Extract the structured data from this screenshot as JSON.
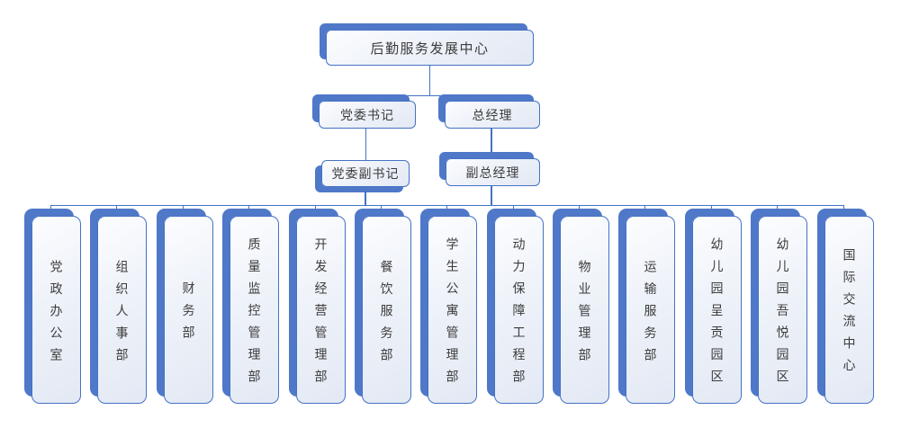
{
  "org": {
    "root": {
      "label": "后勤服务发展中心"
    },
    "level2": [
      {
        "label": "党委书记"
      },
      {
        "label": "总经理"
      }
    ],
    "level3": [
      {
        "label": "党委副书记"
      },
      {
        "label": "副总经理"
      }
    ],
    "departments": [
      {
        "label": "党政办公室"
      },
      {
        "label": "组织人事部"
      },
      {
        "label": "财务部"
      },
      {
        "label": "质量监控管理部"
      },
      {
        "label": "开发经营管理部"
      },
      {
        "label": "餐饮服务部"
      },
      {
        "label": "学生公寓管理部"
      },
      {
        "label": "动力保障工程部"
      },
      {
        "label": "物业管理部"
      },
      {
        "label": "运输服务部"
      },
      {
        "label": "幼儿园呈贡园区"
      },
      {
        "label": "幼儿园吾悦园区"
      },
      {
        "label": "国际交流中心"
      }
    ]
  },
  "colors": {
    "accent_border_and_lines": "#4472C4",
    "node_shadow": "#4f78c9",
    "node_fill_top": "#fcfdff",
    "node_fill_bottom": "#e3e9f4",
    "text": "#3c3c3c",
    "background": "#ffffff"
  }
}
